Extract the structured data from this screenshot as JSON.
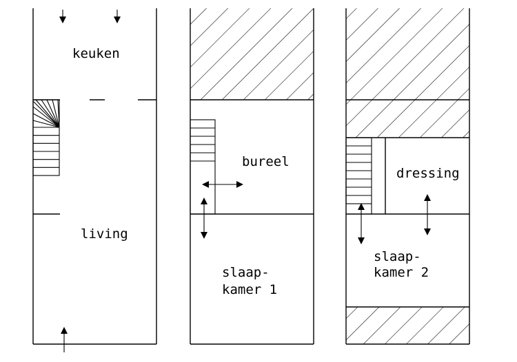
{
  "plans": [
    {
      "name": "ground-floor",
      "rooms": [
        {
          "key": "keuken",
          "label": "keuken"
        },
        {
          "key": "living",
          "label": "living"
        }
      ]
    },
    {
      "name": "first-floor",
      "rooms": [
        {
          "key": "bureel",
          "label": "bureel"
        },
        {
          "key": "slaapkamer-1",
          "lines": [
            "slaap-",
            "kamer 1"
          ]
        }
      ]
    },
    {
      "name": "second-floor",
      "rooms": [
        {
          "key": "dressing",
          "label": "dressing"
        },
        {
          "key": "slaapkamer-2",
          "lines": [
            "slaap-",
            "kamer 2"
          ]
        }
      ]
    }
  ]
}
